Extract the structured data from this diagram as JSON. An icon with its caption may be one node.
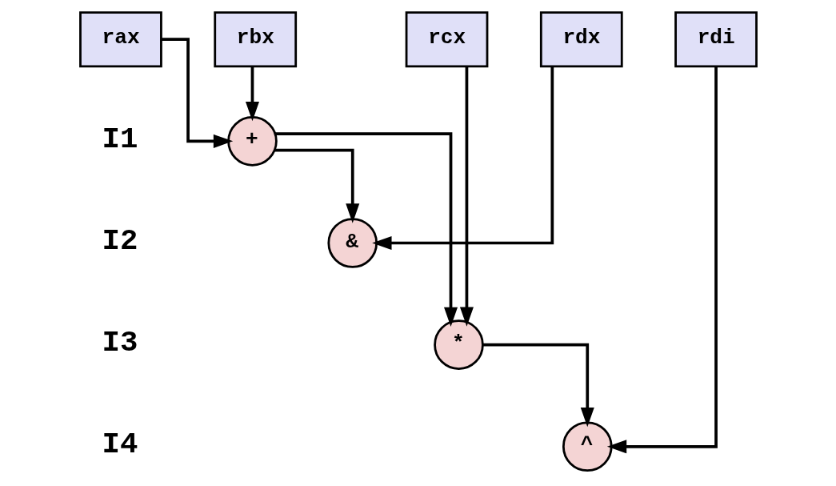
{
  "diagram": {
    "nodes": [
      {
        "text": [
          "rax"
        ]
      },
      {
        "text": [
          "rbx"
        ]
      },
      {
        "text": [
          "rdx"
        ]
      },
      {
        "text": [
          "rcx"
        ]
      },
      {
        "text": [
          "rdi"
        ]
      },
      {
        "text": [
          "+"
        ]
      },
      {
        "text": [
          "&"
        ]
      },
      {
        "text": [
          "*"
        ]
      },
      {
        "text": [
          "^"
        ]
      }
    ],
    "edges": [
      {
        "from": 0,
        "to": 5,
        "arrow": "to"
      },
      {
        "from": 1,
        "to": 5,
        "arrow": "to"
      },
      {
        "from": 5,
        "to": 6,
        "arrow": "to"
      },
      {
        "from": 2,
        "to": 6,
        "arrow": "to"
      },
      {
        "from": 5,
        "to": 7,
        "arrow": "to"
      },
      {
        "from": 3,
        "to": 7,
        "arrow": "to"
      },
      {
        "from": 7,
        "to": 8,
        "arrow": "to"
      },
      {
        "from": 4,
        "to": 8,
        "arrow": "to"
      }
    ],
    "labels": [
      "I1",
      "I2",
      "I3",
      "I4"
    ]
  }
}
